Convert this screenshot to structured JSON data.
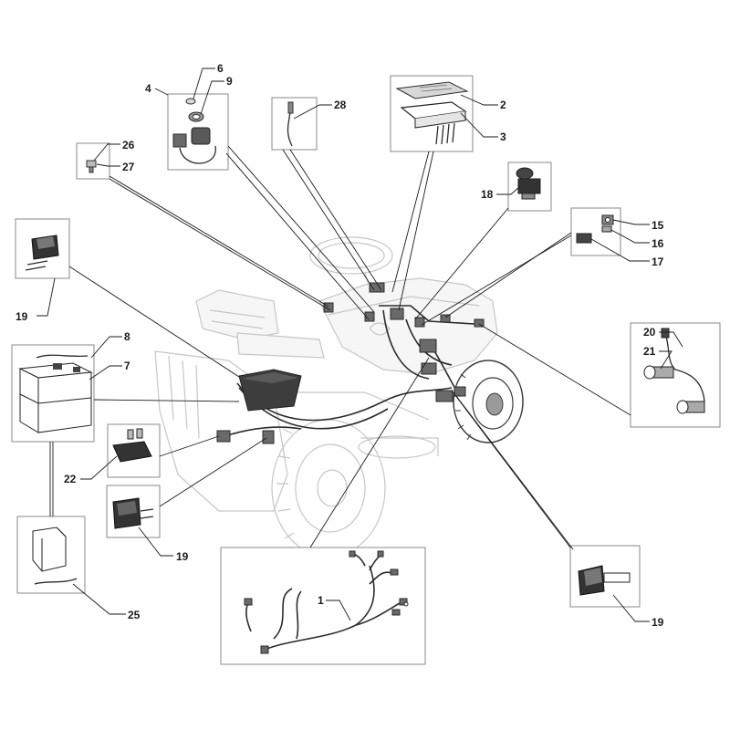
{
  "diagram": {
    "callouts": [
      {
        "id": "c1",
        "label": "1"
      },
      {
        "id": "c2",
        "label": "2"
      },
      {
        "id": "c3",
        "label": "3"
      },
      {
        "id": "c4",
        "label": "4"
      },
      {
        "id": "c6",
        "label": "6"
      },
      {
        "id": "c7",
        "label": "7"
      },
      {
        "id": "c8",
        "label": "8"
      },
      {
        "id": "c9",
        "label": "9"
      },
      {
        "id": "c15",
        "label": "15"
      },
      {
        "id": "c16",
        "label": "16"
      },
      {
        "id": "c17",
        "label": "17"
      },
      {
        "id": "c18",
        "label": "18"
      },
      {
        "id": "c19a",
        "label": "19"
      },
      {
        "id": "c19b",
        "label": "19"
      },
      {
        "id": "c19c",
        "label": "19"
      },
      {
        "id": "c20",
        "label": "20"
      },
      {
        "id": "c21",
        "label": "21"
      },
      {
        "id": "c22",
        "label": "22"
      },
      {
        "id": "c25",
        "label": "25"
      },
      {
        "id": "c26",
        "label": "26"
      },
      {
        "id": "c27",
        "label": "27"
      },
      {
        "id": "c28",
        "label": "28"
      }
    ]
  }
}
